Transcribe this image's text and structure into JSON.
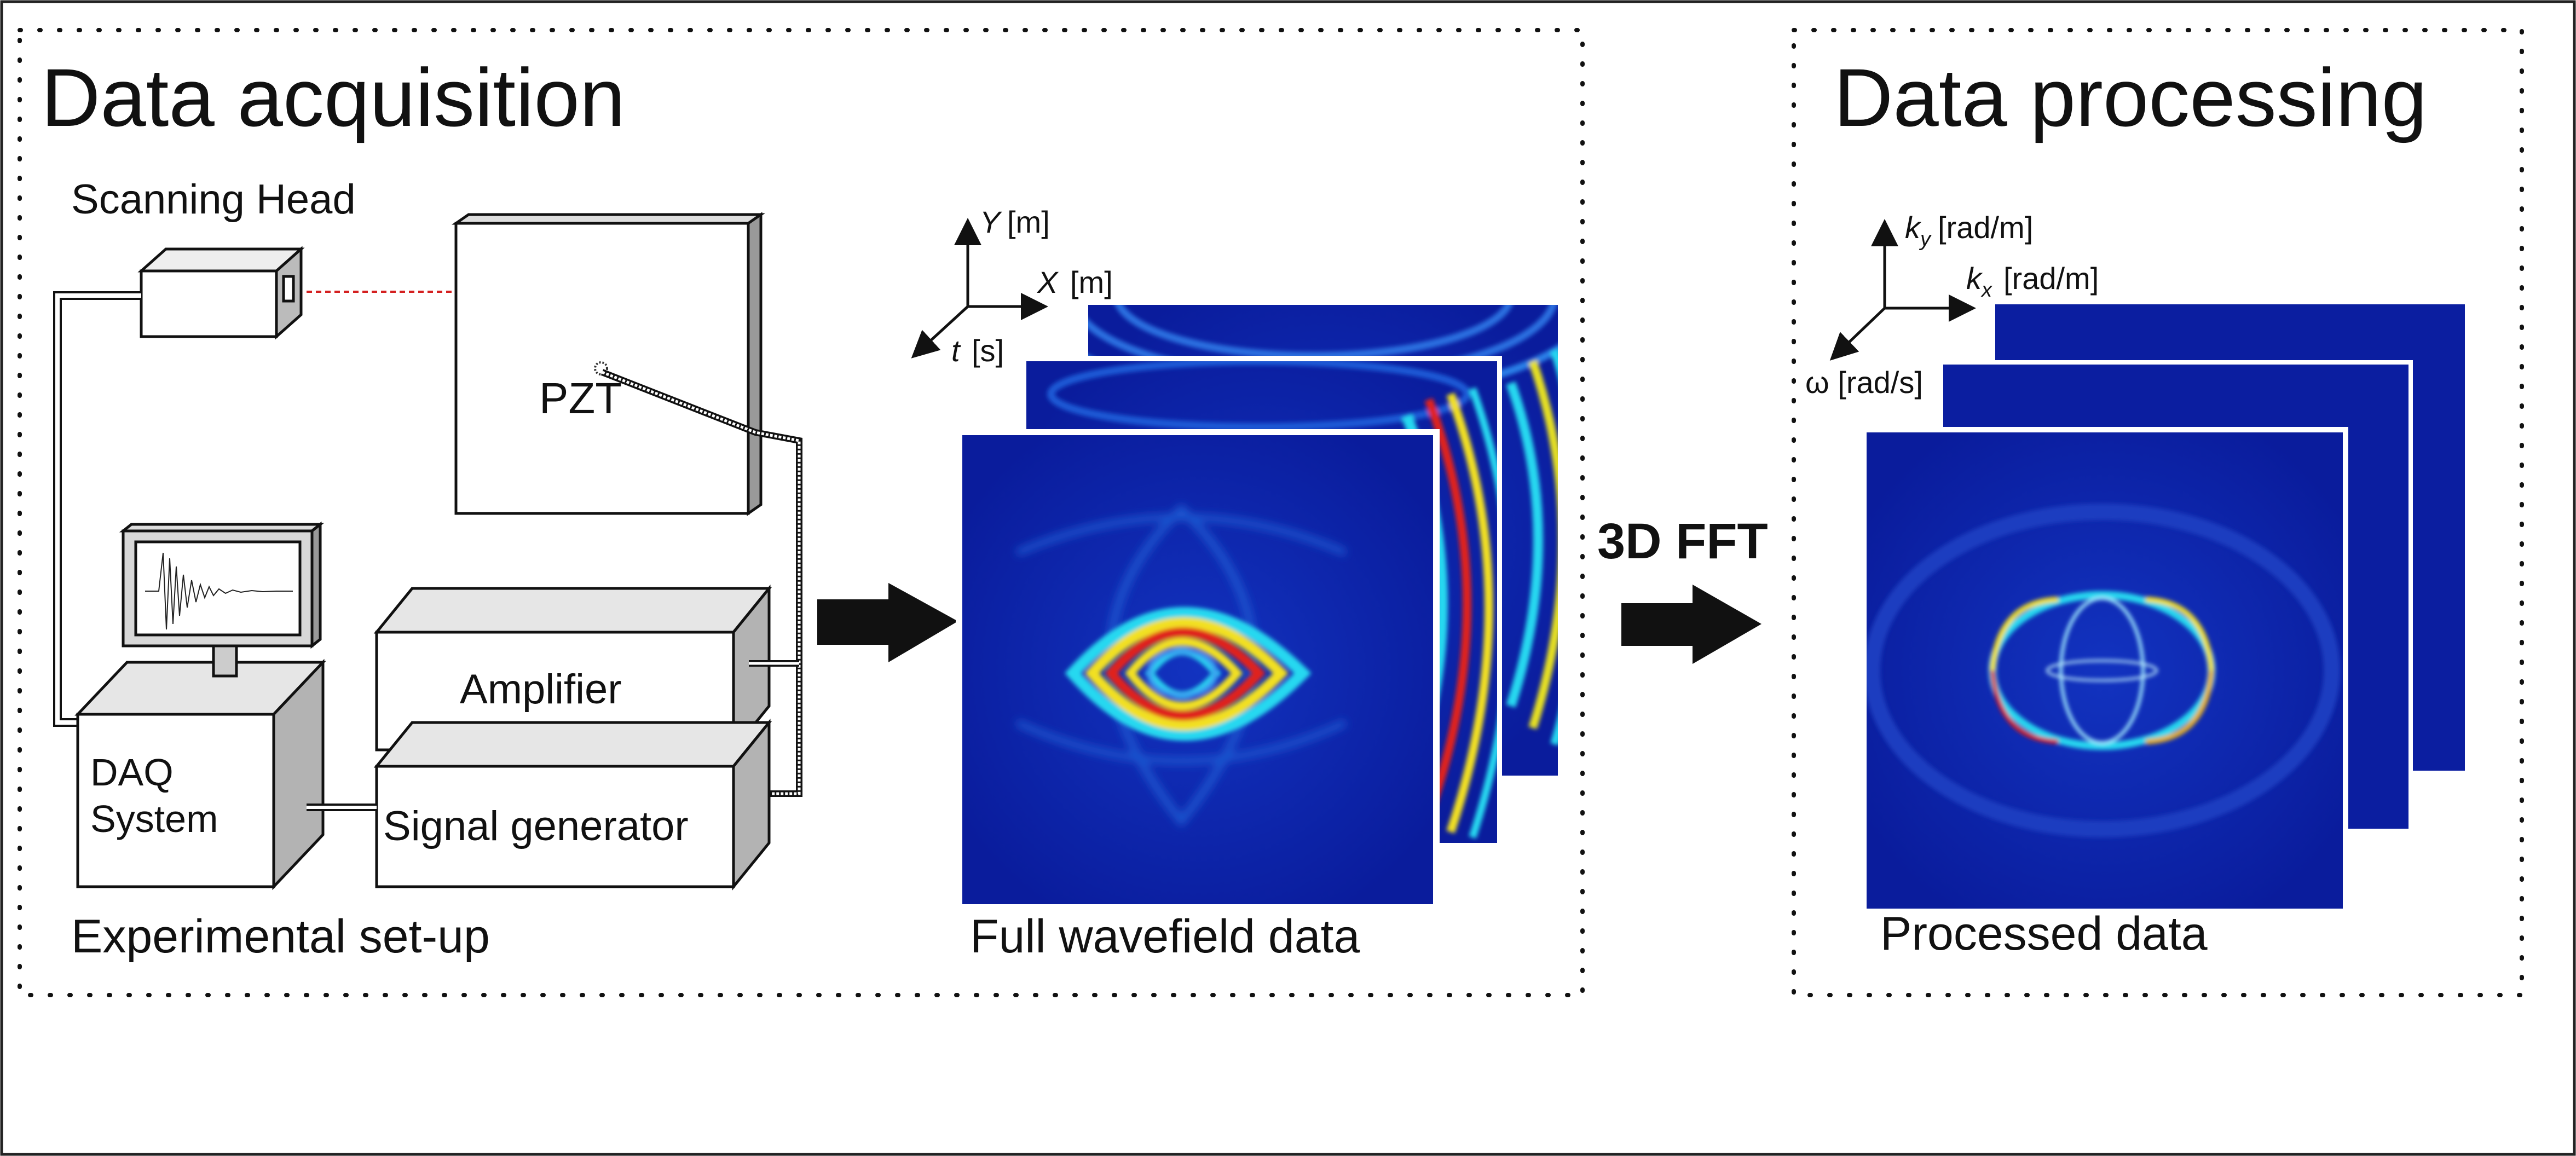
{
  "sections": {
    "acquisition": {
      "title": "Data acquisition"
    },
    "processing": {
      "title": "Data processing"
    }
  },
  "setup": {
    "scanning_head": "Scanning Head",
    "pzt": "PZT",
    "amplifier": "Amplifier",
    "signal_generator": "Signal generator",
    "daq_line1": "DAQ",
    "daq_line2": "System",
    "caption": "Experimental set-up"
  },
  "wavefield": {
    "axis_y": "Y",
    "axis_y_unit": "[m]",
    "axis_x": "X",
    "axis_x_unit": "[m]",
    "axis_t": "t",
    "axis_t_unit": "[s]",
    "caption": "Full wavefield data"
  },
  "fft": {
    "label": "3D FFT"
  },
  "processed": {
    "axis_ky_base": "k",
    "axis_ky_sub": "y",
    "axis_ky_unit": "[rad/m]",
    "axis_kx_base": "k",
    "axis_kx_sub": "x",
    "axis_kx_unit": "[rad/m]",
    "axis_w": "ω [rad/s]",
    "caption": "Processed data"
  },
  "colors": {
    "map_background": "#0a1fa8",
    "ring_red": "#e0201a",
    "ring_yellow": "#f2e020",
    "ring_cyan": "#28d8f0",
    "arrow": "#111111"
  }
}
